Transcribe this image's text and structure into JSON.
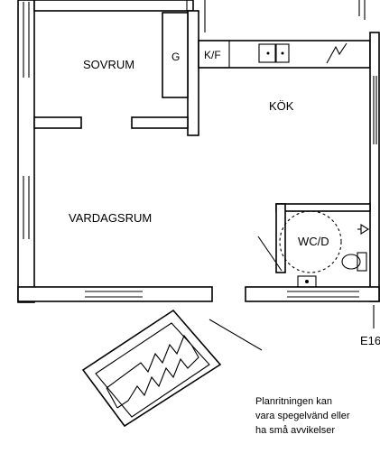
{
  "rooms": {
    "sovrum": "SOVRUM",
    "garderob": "G",
    "kyl_frys": "K/F",
    "kok": "KÖK",
    "vardagsrum": "VARDAGSRUM",
    "wc_dusch": "WC/D"
  },
  "marker": "E16",
  "note_lines": [
    "Planritningen kan",
    "vara spegelvänd eller",
    "ha små avvikelser"
  ]
}
